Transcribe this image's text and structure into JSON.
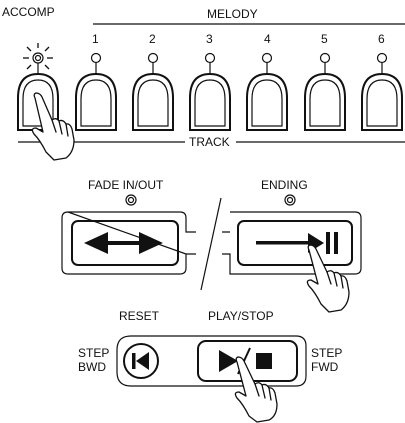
{
  "track_panel": {
    "accomp_label": "ACCOMP",
    "melody_label": "MELODY",
    "track_label": "TRACK",
    "track_numbers": [
      "1",
      "2",
      "3",
      "4",
      "5",
      "6"
    ]
  },
  "fade_panel": {
    "fade_label": "FADE IN/OUT",
    "ending_label": "ENDING"
  },
  "play_panel": {
    "reset_label": "RESET",
    "play_stop_label": "PLAY/STOP",
    "step_bwd_line1": "STEP",
    "step_bwd_line2": "BWD",
    "step_fwd_line1": "STEP",
    "step_fwd_line2": "FWD"
  },
  "colors": {
    "ink": "#111111",
    "background": "#ffffff"
  },
  "icons": [
    "led-lamp-icon",
    "sparkle-icon",
    "hand-pointer-icon",
    "rewind-icon",
    "fast-forward-icon",
    "play-pause-icon",
    "skip-back-icon",
    "play-stop-icon"
  ]
}
